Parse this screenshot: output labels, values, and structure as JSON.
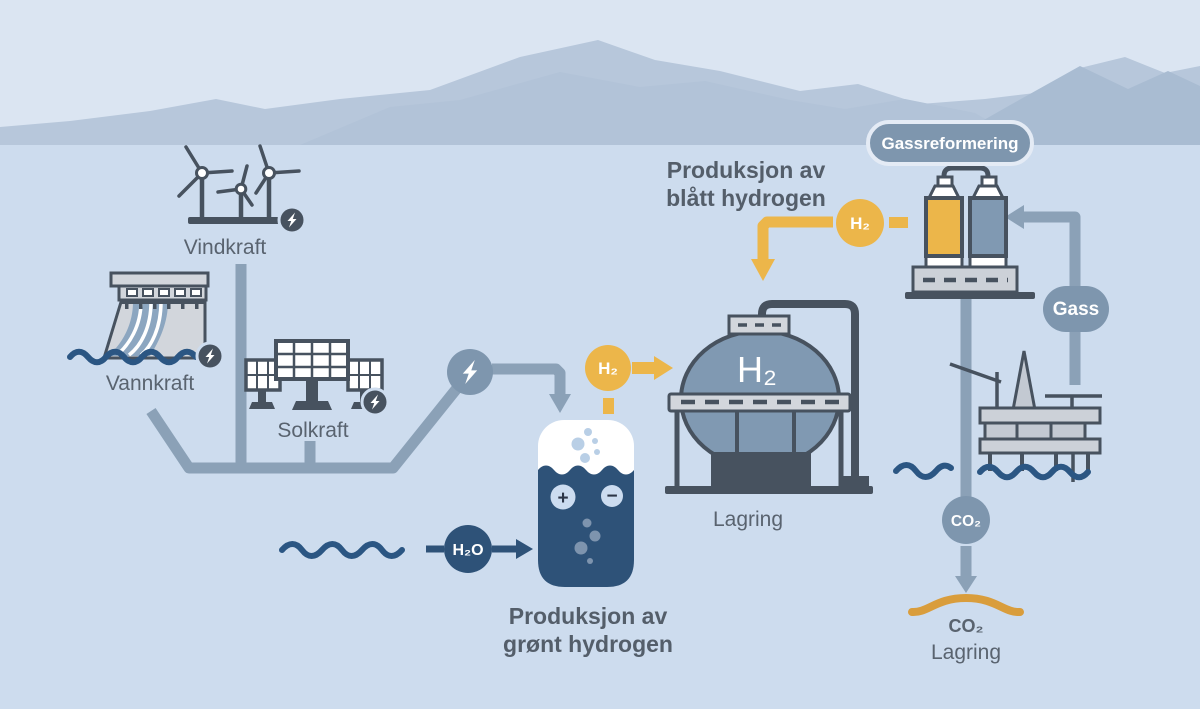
{
  "sources": {
    "wind": {
      "label": "Vindkraft",
      "icon": "wind-turbines-icon",
      "badge_icon": "lightning-bolt-icon"
    },
    "hydro": {
      "label": "Vannkraft",
      "icon": "hydro-dam-icon",
      "badge_icon": "lightning-bolt-icon"
    },
    "solar": {
      "label": "Solkraft",
      "icon": "solar-panels-icon",
      "badge_icon": "lightning-bolt-icon"
    },
    "electricity_icon": "lightning-bolt-icon"
  },
  "green_hydrogen": {
    "caption": {
      "line1": "Produksjon av",
      "line2": "grønt hydrogen"
    },
    "h2_badge": "H₂",
    "h2o_badge": "H₂O",
    "electrolyser": {
      "plus": "+",
      "minus": "−",
      "icon": "electrolysis-cell-icon"
    },
    "water_icon": "waves-icon"
  },
  "storage": {
    "tank_text": "H₂",
    "label": "Lagring",
    "icon": "spherical-tank-icon"
  },
  "blue_hydrogen": {
    "caption": {
      "line1": "Produksjon av",
      "line2": "blått hydrogen"
    },
    "h2_badge": "H₂",
    "reformer_badge": "Gassreformering",
    "reformer_icon": "gas-reformer-icon",
    "gas_badge": "Gass",
    "platform_icon": "offshore-platform-icon",
    "co2_badge": "CO₂",
    "co2_storage": {
      "line1": "CO₂",
      "line2": "Lagring",
      "icon": "seabed-dome-icon"
    }
  },
  "colors": {
    "sky": "#dbe5f2",
    "ground": "#cddcee",
    "mountain_back": "#b7c7db",
    "mountain_front": "#adbfd4",
    "outline_dark": "#47525f",
    "connector": "#8ba1b7",
    "accent_blue_circle": "#7e96ae",
    "accent_yellow": "#ecb64a",
    "navy": "#2e5278",
    "wave_navy": "#2b5683",
    "tank_blue": "#8099b2",
    "light_gray": "#d2d6dc",
    "orange": "#d99d3c",
    "label_text": "#59636f"
  }
}
